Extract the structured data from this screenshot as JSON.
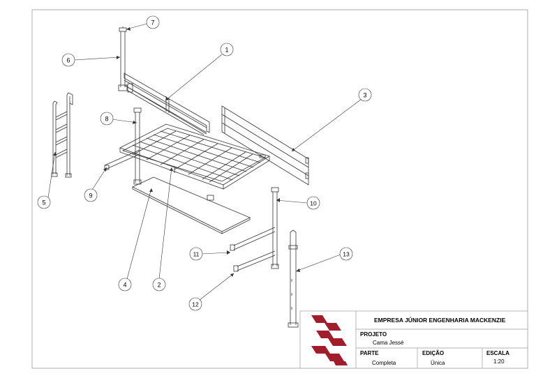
{
  "callouts": [
    {
      "num": "1"
    },
    {
      "num": "2"
    },
    {
      "num": "3"
    },
    {
      "num": "4"
    },
    {
      "num": "5"
    },
    {
      "num": "6"
    },
    {
      "num": "7"
    },
    {
      "num": "8"
    },
    {
      "num": "9"
    },
    {
      "num": "10"
    },
    {
      "num": "11"
    },
    {
      "num": "12"
    },
    {
      "num": "13"
    }
  ],
  "title_block": {
    "company": "EMPRESA JÚNIOR ENGENHARIA MACKENZIE",
    "projeto_label": "PROJETO",
    "projeto_value": "Cama Jessé",
    "parte_label": "PARTE",
    "parte_value": "Completa",
    "edicao_label": "EDIÇÃO",
    "edicao_value": "Única",
    "escala_label": "ESCALA",
    "escala_value": "1:20"
  },
  "colors": {
    "logo": "#a11d2b",
    "line": "#333333",
    "frame": "#9a9a9a"
  }
}
